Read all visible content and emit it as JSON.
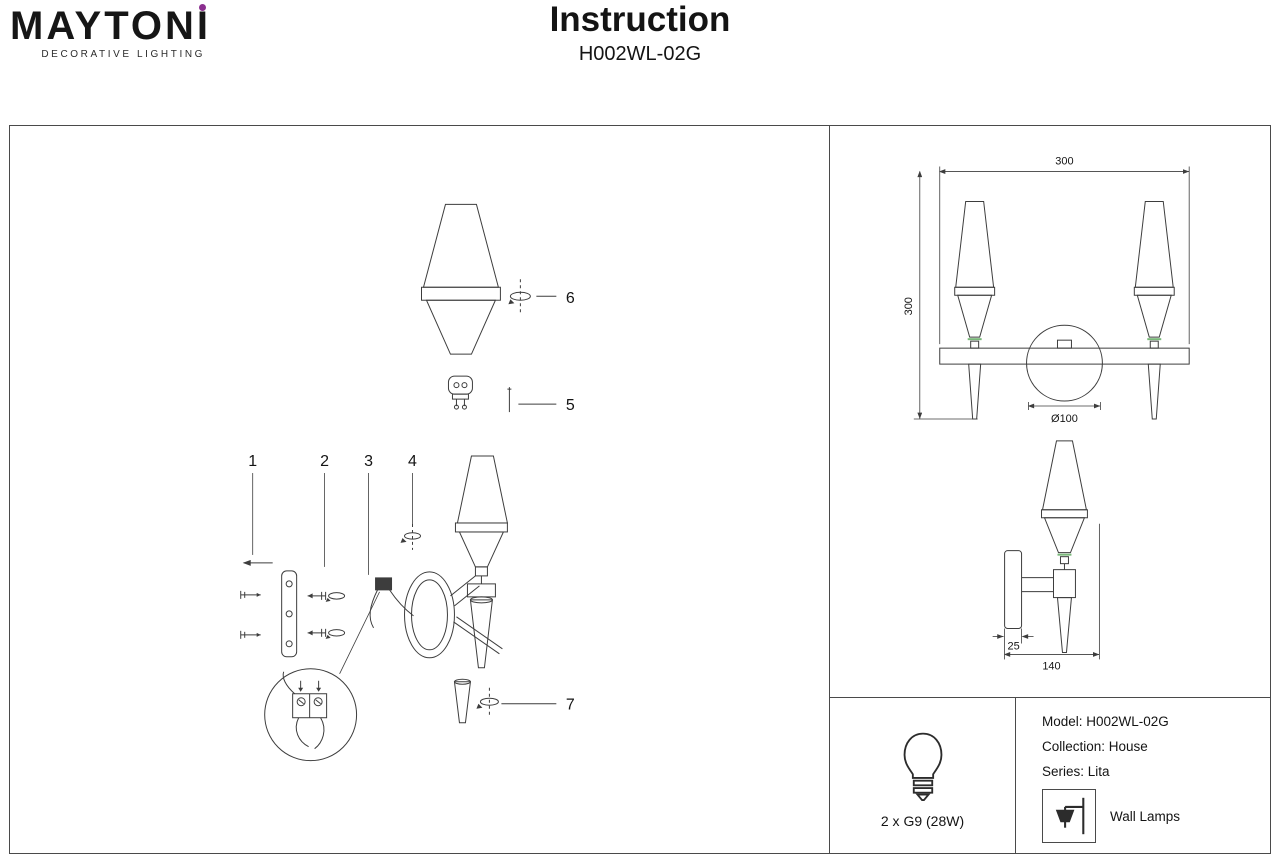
{
  "header": {
    "brand": "MAYTONI",
    "tagline": "DECORATIVE LIGHTING",
    "title": "Instruction",
    "model": "H002WL-02G"
  },
  "exploded": {
    "parts": [
      "1",
      "2",
      "3",
      "4",
      "5",
      "6",
      "7"
    ]
  },
  "dimensions": {
    "front_width": "300",
    "front_height": "300",
    "canopy_diameter": "Ø100",
    "plate_width": "25",
    "side_depth": "140"
  },
  "specs": {
    "bulb": "2 x G9 (28W)",
    "model": "Model: H002WL-02G",
    "collection": "Collection: House",
    "series": "Series: Lita",
    "category": "Wall Lamps"
  },
  "colors": {
    "line": "#3d3d3d",
    "accent_green": "#7ab87a",
    "brand_dot": "#8b2f8f"
  }
}
